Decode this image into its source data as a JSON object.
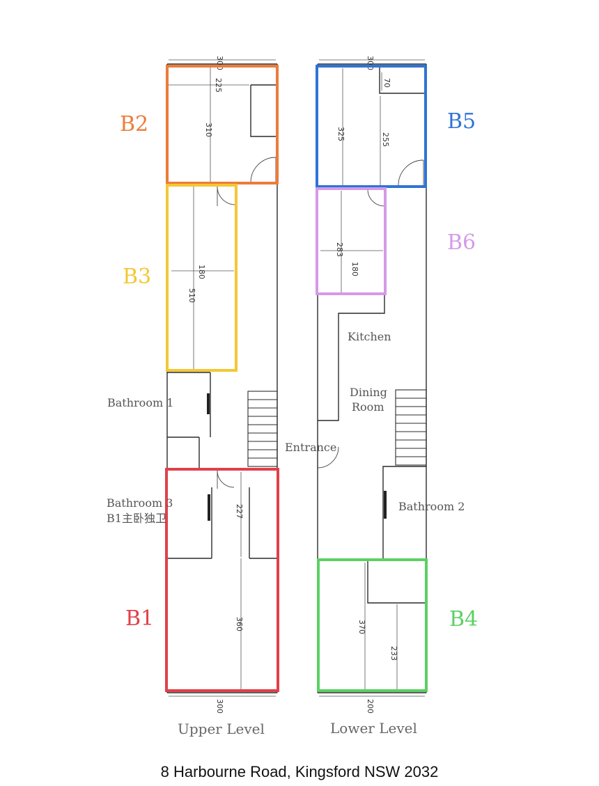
{
  "bedrooms": [
    {
      "id": "B1",
      "color": "#e0404a"
    },
    {
      "id": "B2",
      "color": "#ec7c3a"
    },
    {
      "id": "B3",
      "color": "#f2c835"
    },
    {
      "id": "B4",
      "color": "#5bd063"
    },
    {
      "id": "B5",
      "color": "#2f74d6"
    },
    {
      "id": "B6",
      "color": "#d49ae8"
    }
  ],
  "rooms": {
    "bathroom1": "Bathroom 1",
    "bathroom3_line1": "Bathroom 3",
    "bathroom3_line2": "B1主卧独卫",
    "bathroom2": "Bathroom 2",
    "kitchen": "Kitchen",
    "dining_line1": "Dining",
    "dining_line2": "Room",
    "entrance": "Entrance"
  },
  "dimensions": {
    "upper_top_width": "300",
    "upper_b2_inner": "225",
    "upper_b2_depth": "310",
    "upper_b3_width": "180",
    "upper_b3_depth": "510",
    "upper_hall": "227",
    "upper_b1_depth": "360",
    "upper_bottom_width": "300",
    "lower_top_width": "300",
    "lower_b5_notch": "70",
    "lower_b5_depth_left": "325",
    "lower_b5_depth_right": "255",
    "lower_b6_depth": "283",
    "lower_b6_width": "180",
    "lower_b4_depth": "370",
    "lower_b4_inner": "233",
    "lower_bottom_width": "200"
  },
  "levels": {
    "upper": "Upper Level",
    "lower": "Lower Level"
  },
  "address": "8 Harbourne Road, Kingsford NSW 2032"
}
